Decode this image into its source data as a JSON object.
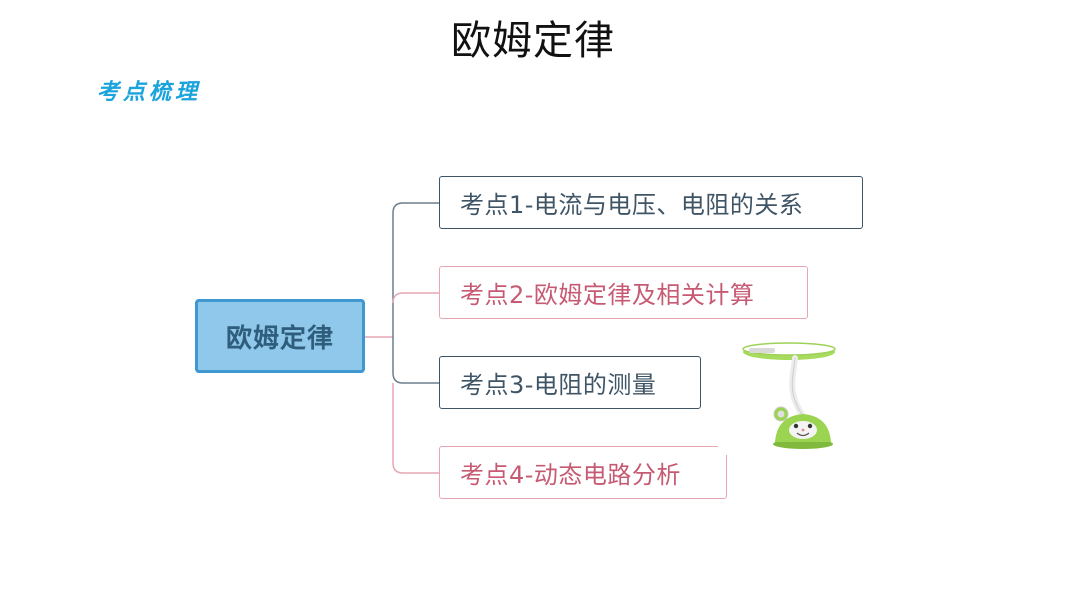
{
  "slide": {
    "title": "欧姆定律",
    "section_label": "考点梳理"
  },
  "mindmap": {
    "root": "欧姆定律",
    "branches": [
      {
        "label": "考点1-电流与电压、电阻的关系"
      },
      {
        "label": "考点2-欧姆定律及相关计算"
      },
      {
        "label": "考点3-电阻的测量"
      },
      {
        "label": "考点4-动态电路分析"
      }
    ]
  },
  "colors": {
    "section_label": "#1aa3dc",
    "root_fill": "#8fc8ea",
    "root_border": "#3f97d0",
    "root_text": "#2f5d7c",
    "dark_branch": "#3f5566",
    "pink_branch": "#c75a73",
    "lamp_green": "#9bd451"
  },
  "decoration": {
    "image": "desk-lamp-illustration"
  }
}
